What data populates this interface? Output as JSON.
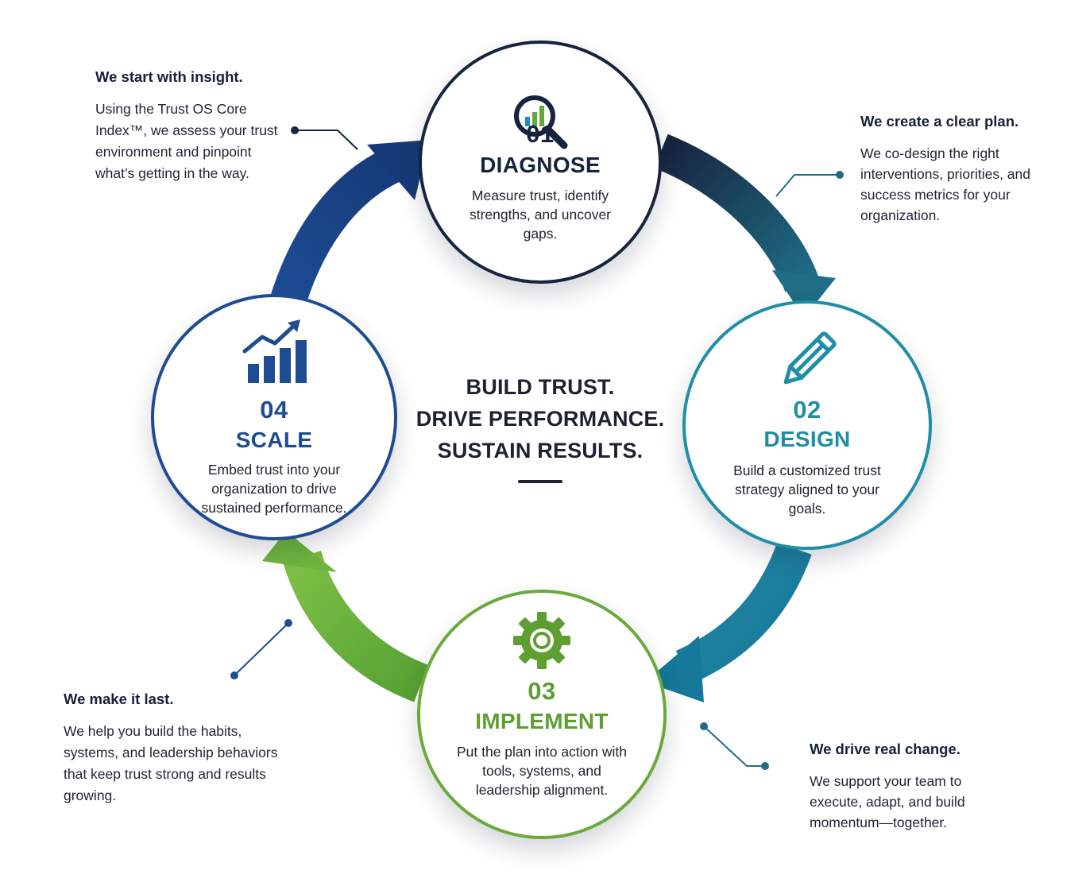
{
  "center": {
    "line1": "BUILD TRUST.",
    "line2": "DRIVE PERFORMANCE.",
    "line3": "SUSTAIN RESULTS."
  },
  "steps": [
    {
      "number": "01",
      "title": "DIAGNOSE",
      "description": "Measure trust, identify strengths, and uncover gaps.",
      "icon": "magnifier-chart-icon",
      "color": "#17243f"
    },
    {
      "number": "02",
      "title": "DESIGN",
      "description": "Build a customized trust strategy aligned to your goals.",
      "icon": "pencil-icon",
      "color": "#1f8ea6"
    },
    {
      "number": "03",
      "title": "IMPLEMENT",
      "description": "Put the plan into action with tools, systems, and leadership alignment.",
      "icon": "gear-icon",
      "color": "#5f9e33"
    },
    {
      "number": "04",
      "title": "SCALE",
      "description": "Embed trust into your organization to drive sustained performance.",
      "icon": "growth-chart-icon",
      "color": "#1d4c93"
    }
  ],
  "notes": [
    {
      "heading": "We start with insight.",
      "body": "Using the Trust OS Core Index™, we assess your trust environment and pinpoint what’s getting in the way."
    },
    {
      "heading": "We create a clear plan.",
      "body": "We co-design the right interventions, priorities, and success metrics for your organization."
    },
    {
      "heading": "We drive real change.",
      "body": "We support your team to execute, adapt, and build momentum—together."
    },
    {
      "heading": "We make it last.",
      "body": "We help you build the habits, systems, and leadership behaviors that keep trust strong and results growing."
    }
  ]
}
